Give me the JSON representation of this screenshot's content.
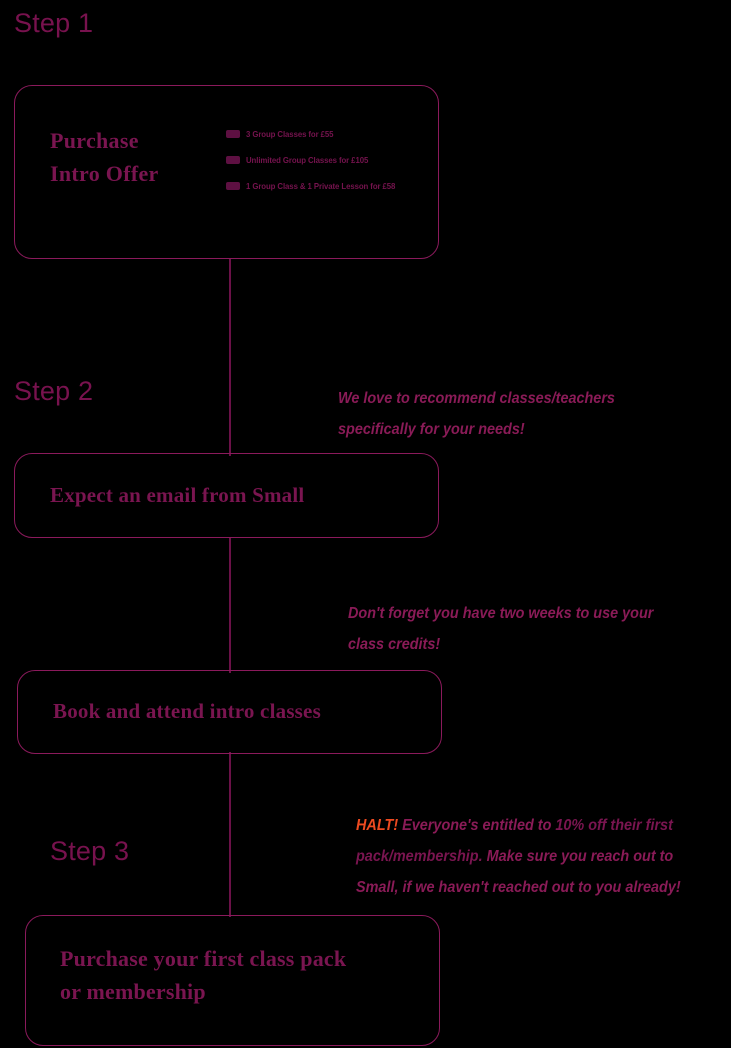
{
  "colors": {
    "background": "#000000",
    "primary_purple": "#7A1550",
    "box_border": "#8B1A5C",
    "connector": "#6B1148",
    "annotation": "#8A1B57",
    "halt_orange": "#EE4A20"
  },
  "steps": [
    {
      "label": "Step 1"
    },
    {
      "label": "Step 2"
    },
    {
      "label": "Step 3"
    }
  ],
  "boxes": [
    {
      "title": "Purchase\nIntro Offer",
      "offers": [
        {
          "text": "3 Group Classes for £55"
        },
        {
          "text": "Unlimited Group Classes for £105"
        },
        {
          "text": "1 Group Class & 1 Private Lesson for £58"
        }
      ]
    },
    {
      "title": "Expect an email from Small"
    },
    {
      "title": "Book and attend intro classes"
    },
    {
      "title": "Purchase your first class pack\nor membership"
    }
  ],
  "annotations": {
    "note1": "We love to recommend classes/teachers specifically for your needs!",
    "note2": "Don't forget you have two weeks to use your class credits!",
    "note3": {
      "halt": "HALT!",
      "lead": " Everyone's entitled to ",
      "emphasis": "10% off their first pack/membership.",
      "tail": " Make sure you reach out to Small, if we haven't reached out to you already!"
    }
  }
}
